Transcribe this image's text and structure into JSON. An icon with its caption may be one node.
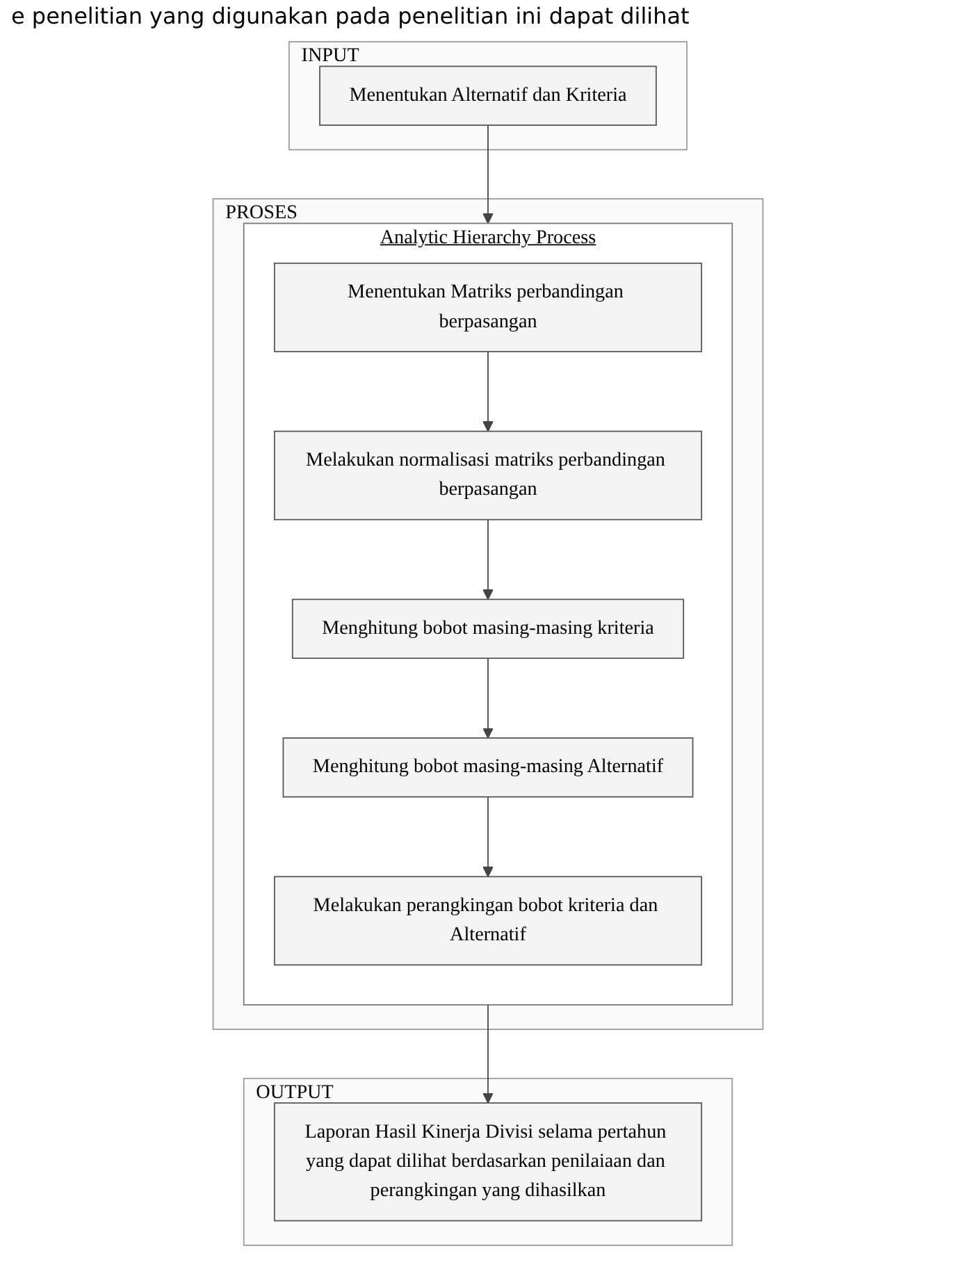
{
  "diagram": {
    "nodes": [
      {
        "text": [
          "INPUT"
        ]
      },
      {
        "text": [
          "Menentukan Alternatif dan Kriteria"
        ],
        "in": 0
      },
      {
        "text": [
          "PROSES"
        ]
      },
      {
        "text": [
          "Analytic Hierarchy Process"
        ],
        "in": 2
      },
      {
        "text": [
          "Menentukan Matriks perbandingan berpasangan"
        ],
        "in": 3
      },
      {
        "text": [
          "Melakukan normalisasi matriks perbandingan berpasangan"
        ],
        "in": 3
      },
      {
        "text": [
          "Menghitung bobot masing-masing kriteria"
        ],
        "in": 3
      },
      {
        "text": [
          "Menghitung bobot masing-masing Alternatif"
        ],
        "in": 3
      },
      {
        "text": [
          "Melakukan perangkingan bobot kriteria dan Alternatif"
        ],
        "in": 3
      },
      {
        "text": [
          "OUTPUT"
        ]
      },
      {
        "text": [
          "Laporan Hasil Kinerja Divisi selama pertahun yang dapat dilihat berdasarkan penilaiaan dan perangkingan yang dihasilkan"
        ],
        "in": 9
      }
    ],
    "edges": [
      {
        "from": 1,
        "to": 3,
        "arrow": "to"
      },
      {
        "from": 4,
        "to": 5,
        "arrow": "to"
      },
      {
        "from": 5,
        "to": 6,
        "arrow": "to"
      },
      {
        "from": 6,
        "to": 7,
        "arrow": "to"
      },
      {
        "from": 7,
        "to": 8,
        "arrow": "to"
      },
      {
        "from": 3,
        "to": 10,
        "arrow": "to"
      }
    ],
    "labels": [
      "e penelitian yang digunakan pada penelitian ini dapat dilihat"
    ]
  }
}
